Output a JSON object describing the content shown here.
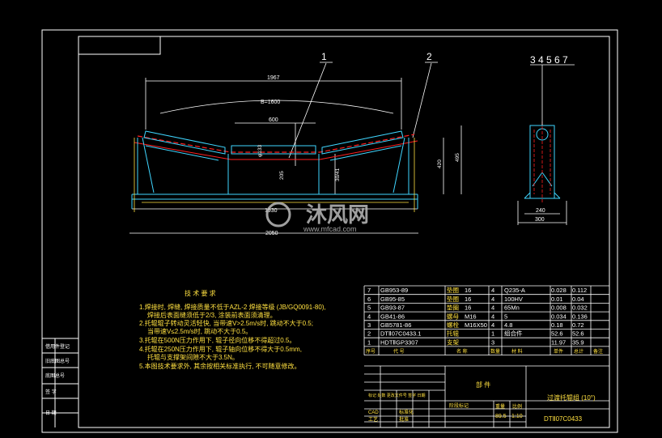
{
  "strip": [
    "借用件登记",
    "旧底图总号",
    "底图总号",
    "签 字",
    "日 期"
  ],
  "front": {
    "dim_total": "1967",
    "dim_belt": "B=1600",
    "dim_middle": "600",
    "dim_base": "1930",
    "dim_overall": "2050",
    "dim_h1": "420",
    "dim_h2": "495",
    "dim_dia": "φ133",
    "dim_205": "205",
    "dim_bearing": "30/41",
    "balloon1": "1",
    "balloon2": "2"
  },
  "side": {
    "dim_inner": "240",
    "dim_outer": "300",
    "balloons": "3 4 5 6 7"
  },
  "logo": {
    "cn": "沐风网",
    "url": "www.mfcad.com"
  },
  "tech": {
    "title": "技 术 要 求",
    "lines": [
      "1.焊接时, 焊缝, 焊接质量不低于AZL-2 焊接等级 (JB/GQ0091-80),",
      "焊接后表面缝须低于2/3, 涂装前表面须清理。",
      "2.托辊辊子转动灵活轻快, 当带速V>2.5m/s时, 跳动不大于0.5;",
      "当带速V≤2.5m/s时, 跳动不大于0.5。",
      "3.托辊在500N压力作用下, 辊子径向位移不得超过0.5。",
      "4.托辊在250N压力作用下, 辊子轴向位移不得大于0.5mm,",
      "托辊与支撑架间隙不大于3.5N。",
      "5.本图技术要求外, 其余按相关标准执行, 不可随意修改。"
    ]
  },
  "bom": {
    "rows": [
      {
        "no": "7",
        "code": "GB953-89",
        "name": "垫圈",
        "spec": "16",
        "qty": "4",
        "mat": "Q235-A",
        "w1": "0.028",
        "w2": "0.112"
      },
      {
        "no": "6",
        "code": "GB95-85",
        "name": "垫圈",
        "spec": "16",
        "qty": "4",
        "mat": "100HV",
        "w1": "0.01",
        "w2": "0.04"
      },
      {
        "no": "5",
        "code": "GB93-87",
        "name": "垫圈",
        "spec": "16",
        "qty": "4",
        "mat": "65Mn",
        "w1": "0.008",
        "w2": "0.032"
      },
      {
        "no": "4",
        "code": "GB41-86",
        "name": "螺母",
        "spec": "M16",
        "qty": "4",
        "mat": "5",
        "w1": "0.034",
        "w2": "0.136"
      },
      {
        "no": "3",
        "code": "GB5781-86",
        "name": "螺栓",
        "spec": "M16X50",
        "qty": "4",
        "mat": "4.8",
        "w1": "0.18",
        "w2": "0.72"
      },
      {
        "no": "2",
        "code": "DTⅡ07C0433.1",
        "name": "托辊",
        "spec": "",
        "qty": "1",
        "mat": "组合件",
        "w1": "52.6",
        "w2": "52.6"
      },
      {
        "no": "1",
        "code": "HDTⅡGP3307",
        "name": "支架",
        "spec": "",
        "qty": "3",
        "mat": "",
        "w1": "11.97",
        "w2": "35.9"
      }
    ],
    "header": [
      "序号",
      "代  号",
      "名  称",
      "数量",
      "材  料",
      "单件",
      "总计",
      "备注"
    ]
  },
  "title_block": {
    "assembly": "部 件",
    "name": "过渡托辊组 (10°)",
    "number": "DTⅡ07C0433",
    "weight_label": "重量",
    "scale_label": "比例",
    "weight": "89.5",
    "scale": "1:10",
    "stage": "阶段标记",
    "cad": "CAD",
    "process": "工艺",
    "mark": "标记 处数 更改文件号 签字 日期",
    "standard": "标准化",
    "approve": "批准"
  }
}
